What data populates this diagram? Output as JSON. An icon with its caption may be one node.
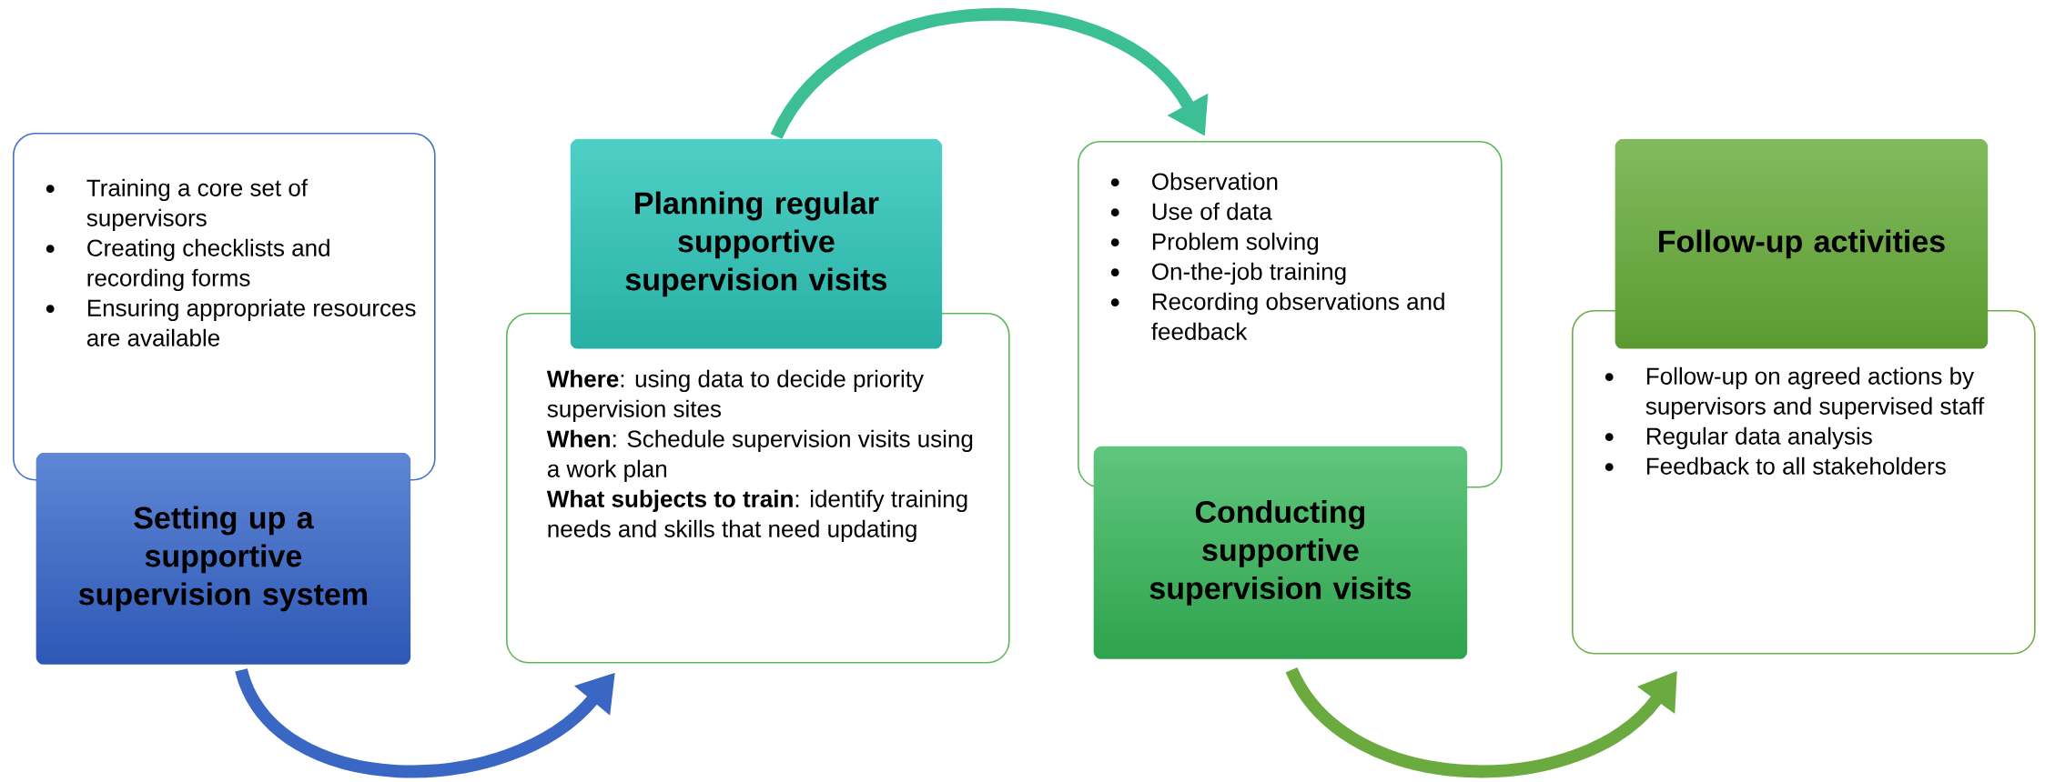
{
  "diagram": {
    "nodes": [
      {
        "text": [
          "Training a core set of supervisors",
          "Creating checklists and recording forms",
          "Ensuring appropriate resources are available"
        ]
      },
      {
        "text": [
          "Setting up a supportive supervision system"
        ]
      },
      {
        "text": [
          "Planning regular supportive supervision visits"
        ]
      },
      {
        "text": [
          "**Where**: using data to decide priority supervision sites",
          "**When**: Schedule supervision visits using a work plan",
          "**What subjects to train**: identify training needs and skills that need updating"
        ]
      },
      {
        "text": [
          "Observation",
          "Use of data",
          "Problem solving",
          "On-the-job training",
          "Recording observations and feedback"
        ]
      },
      {
        "text": [
          "Conducting supportive supervision visits"
        ]
      },
      {
        "text": [
          "Follow-up activities"
        ]
      },
      {
        "text": [
          "Follow-up on agreed actions by supervisors and supervised staff",
          "Regular data analysis",
          "Feedback to all stakeholders"
        ]
      }
    ],
    "edges": [
      {
        "from": 1,
        "to": 3,
        "arrow": "to",
        "color": "#3a66c4"
      },
      {
        "from": 2,
        "to": 4,
        "arrow": "to",
        "color": "#3cbf94"
      },
      {
        "from": 5,
        "to": 7,
        "arrow": "to",
        "color": "#6aaa3e"
      }
    ]
  }
}
